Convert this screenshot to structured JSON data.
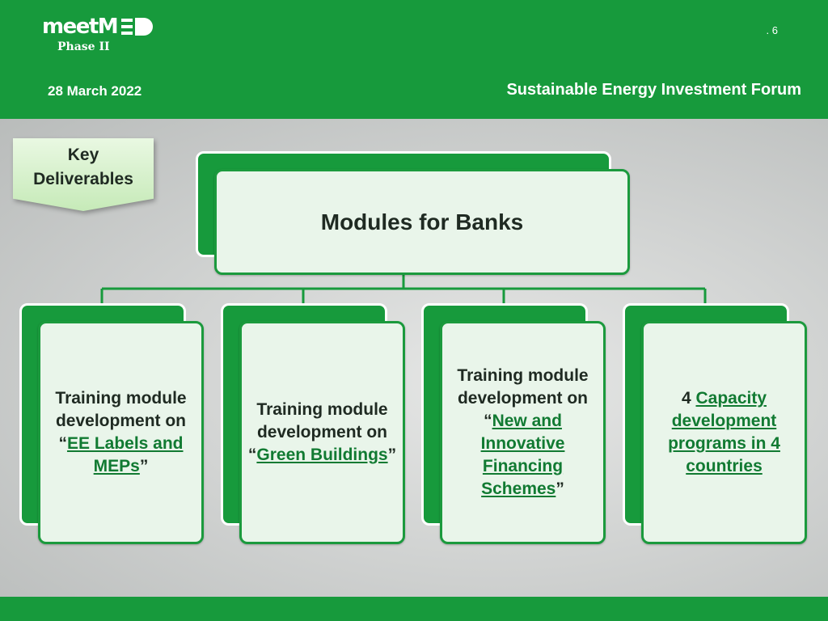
{
  "header": {
    "logo_text": "meetM",
    "phase": "Phase II",
    "page_number": ". 6",
    "date": "28 March 2022",
    "forum": "Sustainable Energy Investment Forum"
  },
  "badge": {
    "line1": "Key",
    "line2": "Deliverables"
  },
  "top_box": {
    "title": "Modules for Banks"
  },
  "modules": [
    {
      "pre": "Training module development on “",
      "link": "EE Labels and MEPs",
      "post": "”"
    },
    {
      "pre": "Training module development on “",
      "link": "Green Buildings",
      "post": "”"
    },
    {
      "pre": "Training module development on “",
      "link": "New and Innovative Financing Schemes",
      "post": "”"
    },
    {
      "pre": "4 ",
      "link": "Capacity development programs in 4 countries",
      "post": ""
    }
  ],
  "colors": {
    "brand_green": "#179a3c",
    "box_fill": "#e9f5ea",
    "link_green": "#117a32"
  }
}
